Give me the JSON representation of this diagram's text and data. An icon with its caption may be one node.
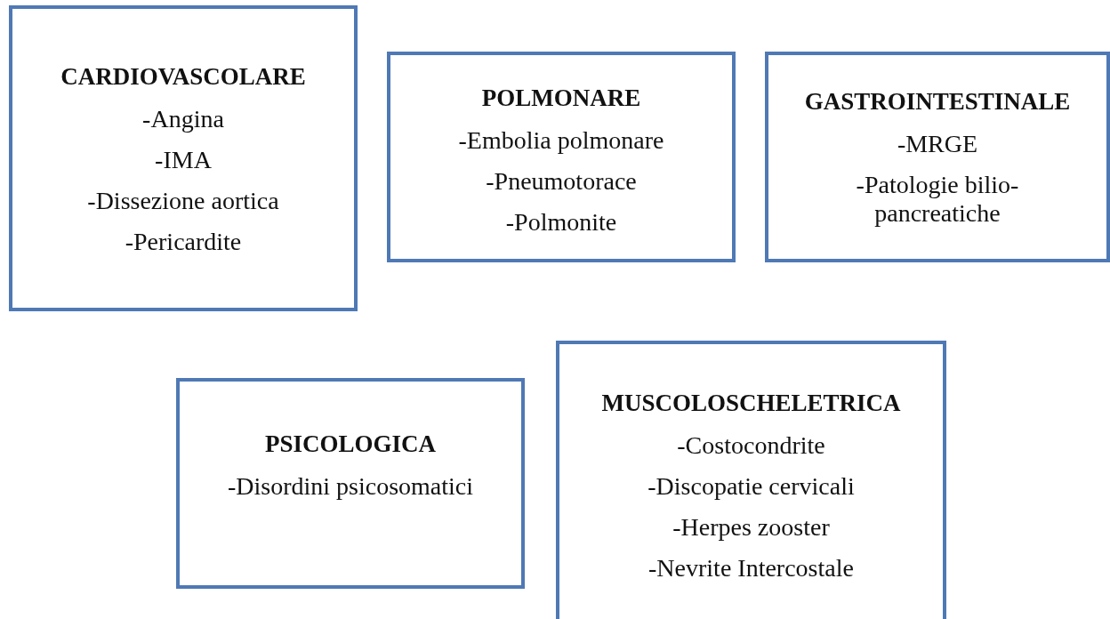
{
  "diagram": {
    "nodes": [
      {
        "text": [
          "CARDIOVASCOLARE",
          "-Angina",
          "-IMA",
          "-Dissezione aortica",
          "-Pericardite"
        ]
      },
      {
        "text": [
          "POLMONARE",
          "-Embolia polmonare",
          "-Pneumotorace",
          "-Polmonite"
        ]
      },
      {
        "text": [
          "GASTROINTESTINALE",
          "-MRGE",
          "-Patologie bilio- pancreatiche"
        ]
      },
      {
        "text": [
          "PSICOLOGICA",
          "-Disordini psicosomatici"
        ]
      },
      {
        "text": [
          "MUSCOLOSCHELETRICA",
          "-Costocondrite",
          "-Discopatie cervicali",
          "-Herpes zooster",
          "-Nevrite Intercostale"
        ]
      }
    ]
  }
}
